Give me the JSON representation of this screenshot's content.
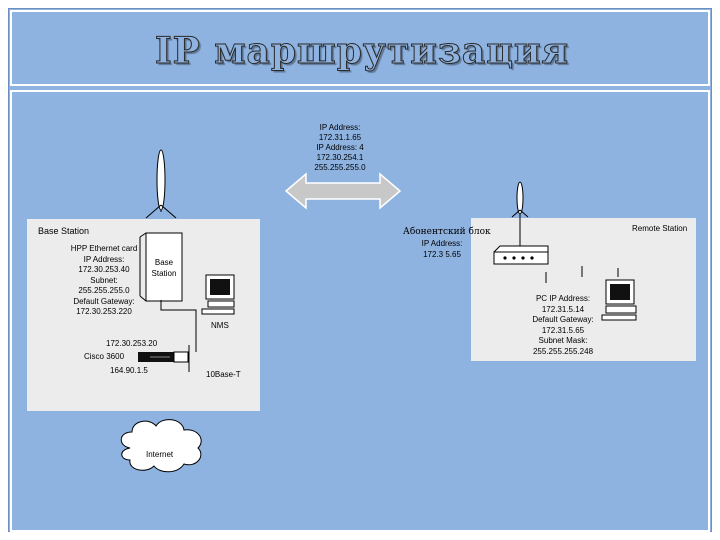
{
  "title": "IP маршрутизация",
  "center_link": {
    "lines": [
      "IP Address:",
      "172.31.1.65",
      "IP Address: 4",
      "172.30.254.1",
      "255.255.255.0"
    ]
  },
  "base_station": {
    "label": "Base Station",
    "card_lines": [
      "HPP Ethernet card",
      "IP Address:",
      "172.30.253.40",
      "Subnet:",
      "255.255.255.0",
      "Default Gateway:",
      "172.30.253.220"
    ],
    "inner_box_lines": [
      "Base",
      "Station"
    ],
    "nms_label": "NMS",
    "router_lines": [
      "172.30.253.20",
      "Cisco 3600"
    ],
    "router_ip": "164.90.1.5",
    "ethernet_label": "10Base-T"
  },
  "subscriber": {
    "label": "Абонентский блок",
    "ip_lines": [
      "IP Address:",
      "172.3   5.65"
    ]
  },
  "remote_station": {
    "label": "Remote Station",
    "pc_lines": [
      "PC IP Address:",
      "172.31.5.14",
      "Default Gateway:",
      "172.31.5.65",
      "Subnet Mask:",
      "255.255.255.248"
    ]
  },
  "internet": {
    "label": "Internet"
  },
  "colors": {
    "background": "#8fb3e0",
    "panel": "#ececec",
    "arrow": "#c8c8c8"
  }
}
